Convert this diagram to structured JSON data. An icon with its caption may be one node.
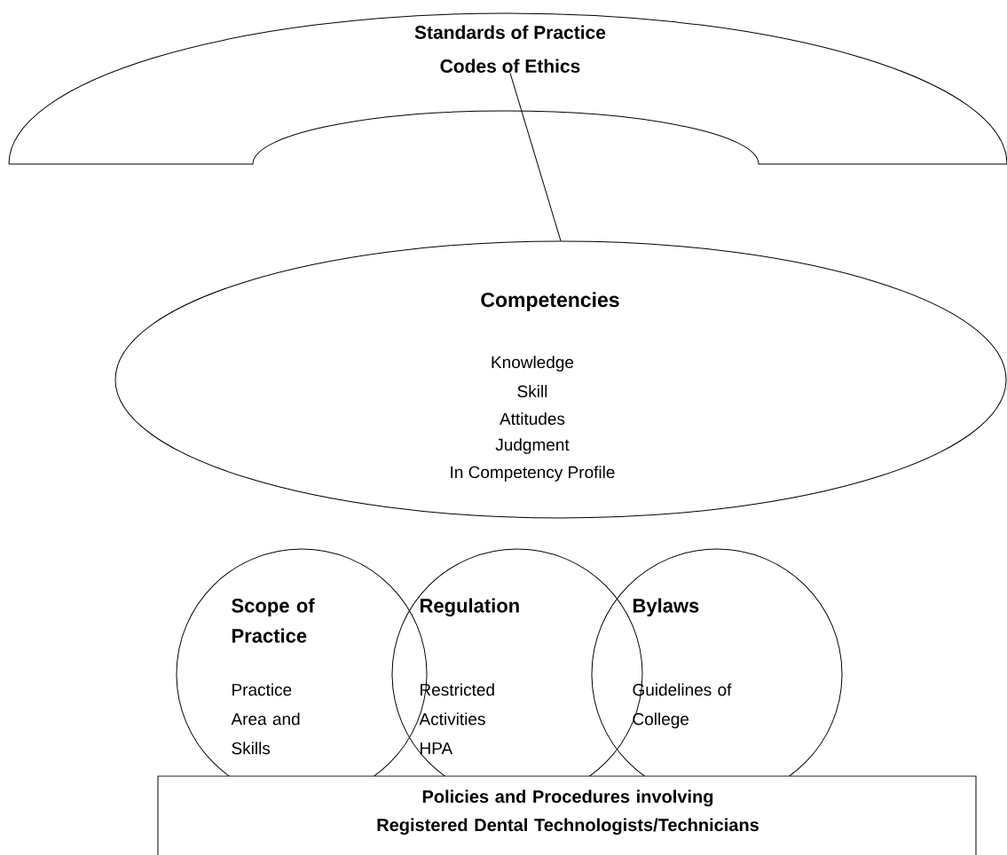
{
  "diagram": {
    "nodes": [
      {
        "text": [
          "Standards of Practice",
          "Codes of Ethics"
        ]
      },
      {
        "text": [
          "Competencies",
          "Knowledge",
          "Skill",
          "Attitudes",
          "Judgment",
          "In Competency Profile"
        ]
      },
      {
        "text": [
          "Scope of Practice",
          "Practice Area and Skills"
        ]
      },
      {
        "text": [
          "Regulation",
          "Restricted Activities",
          "HPA"
        ]
      },
      {
        "text": [
          "Bylaws",
          "Guidelines of College"
        ]
      },
      {
        "text": [
          "Policies and Procedures involving Registered Dental Technologists/Technicians"
        ]
      }
    ],
    "edges": [
      {
        "from": 0,
        "to": 1,
        "arrow": "none"
      }
    ]
  }
}
